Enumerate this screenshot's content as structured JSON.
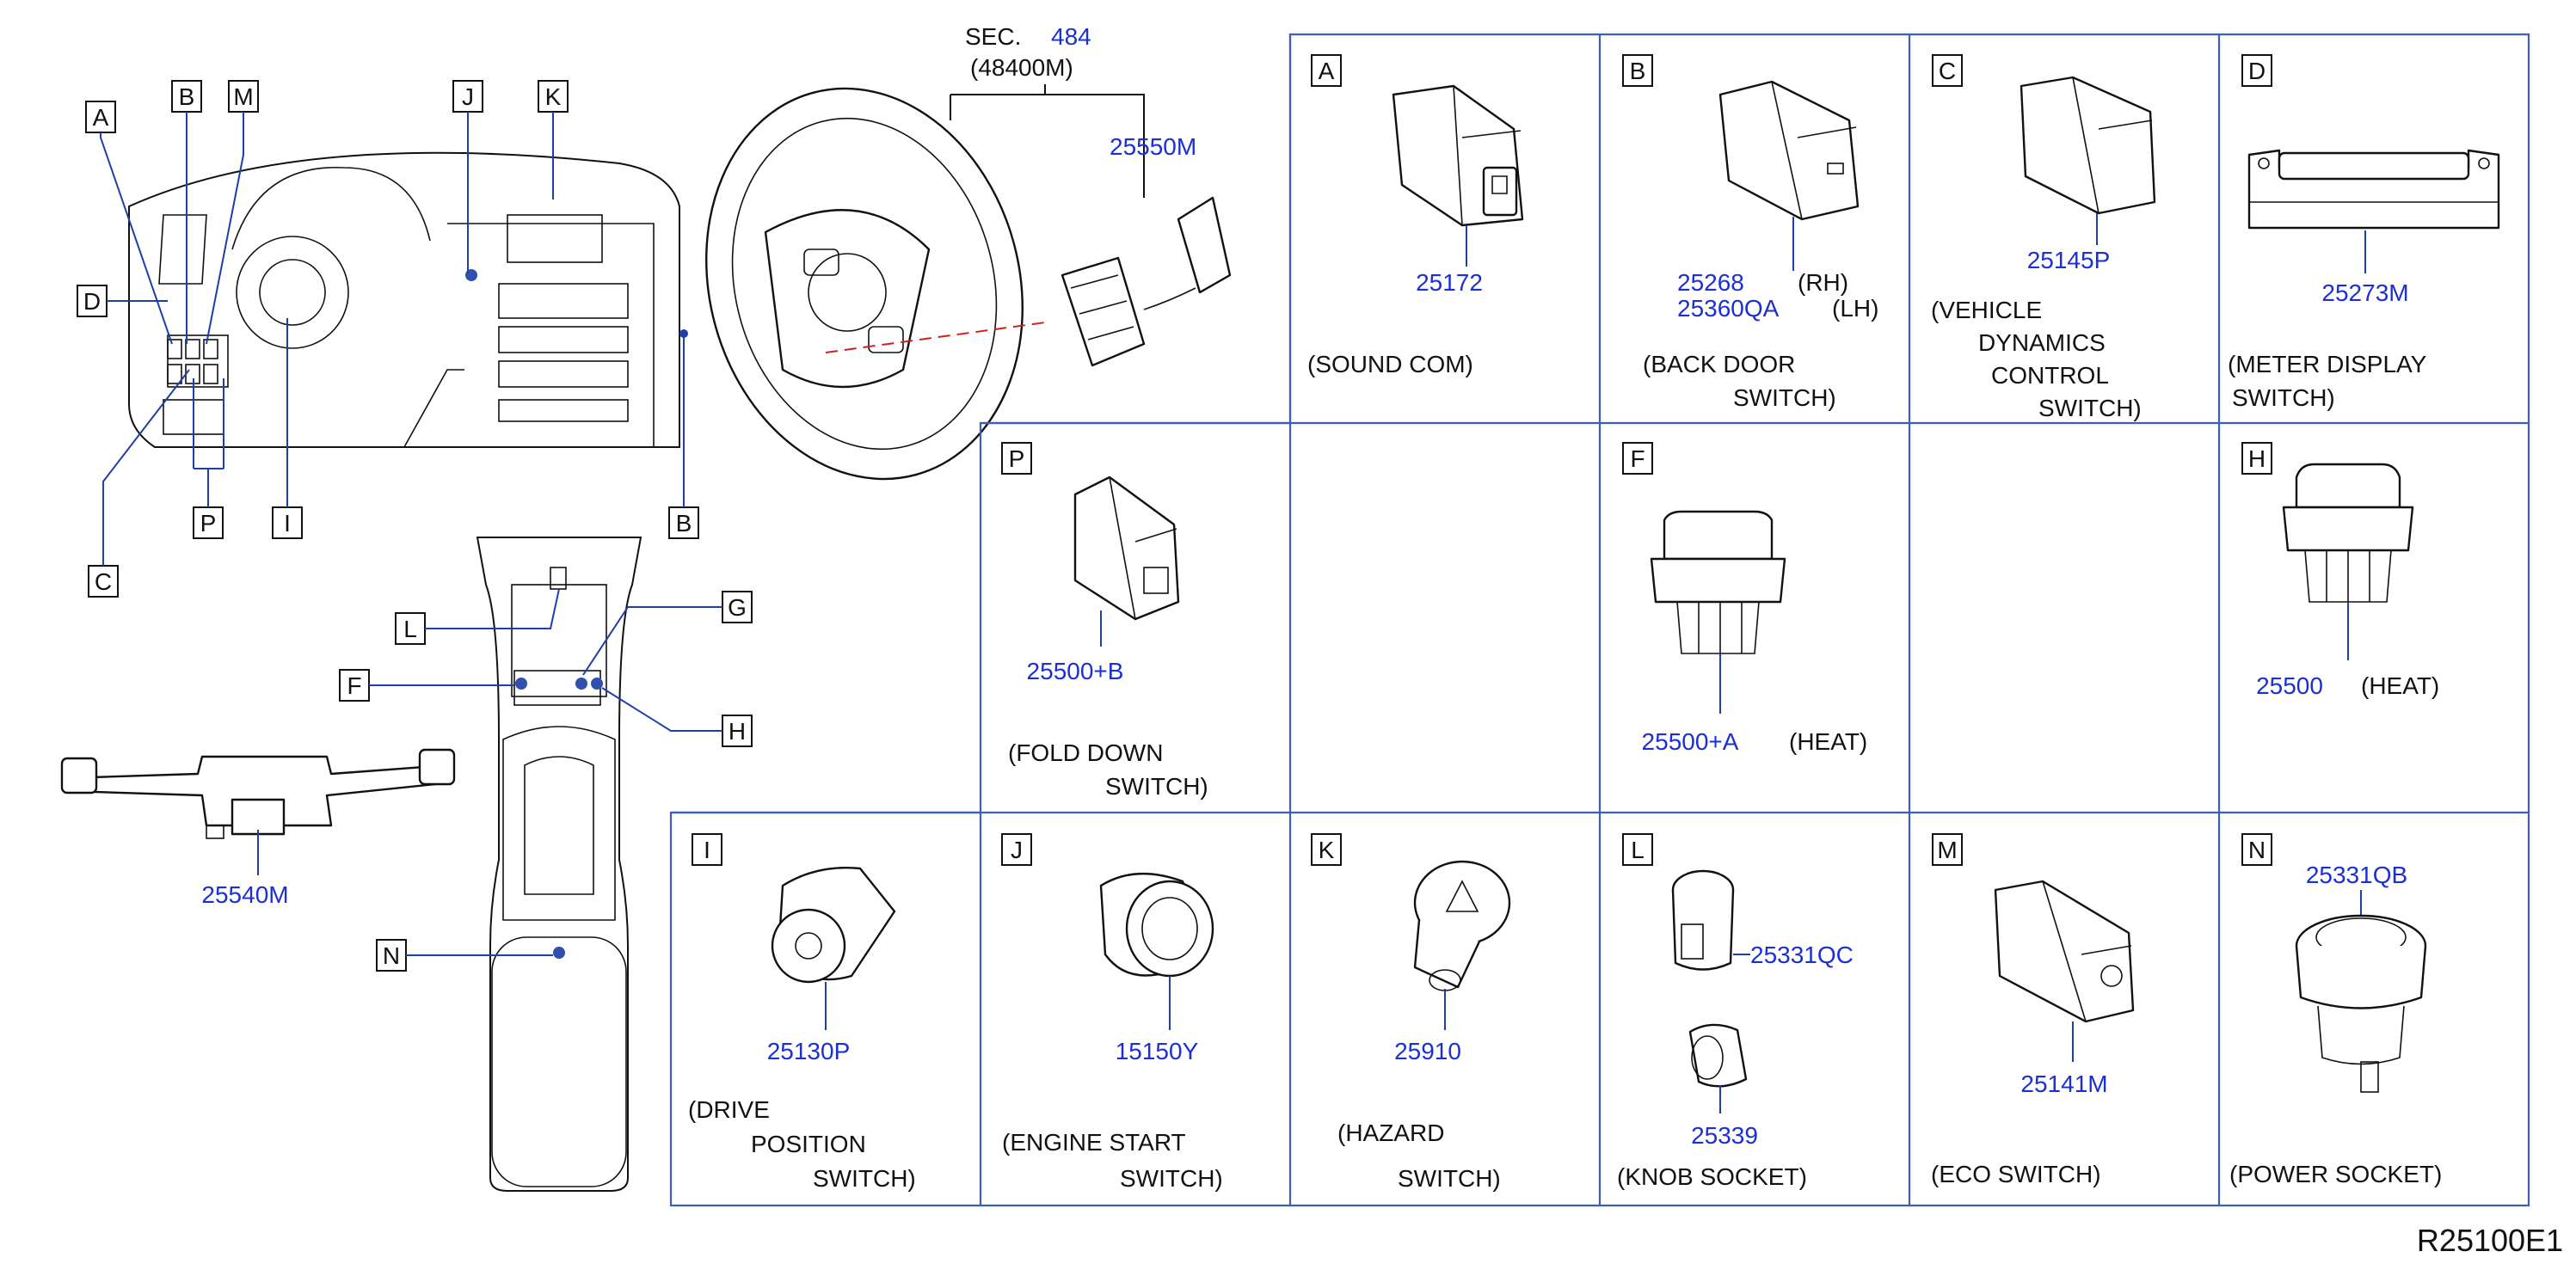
{
  "section": {
    "prefix": "SEC.",
    "number": "484",
    "sub": "(48400M)"
  },
  "overview_callouts": {
    "A": "A",
    "B": "B",
    "M": "M",
    "J": "J",
    "K": "K",
    "D": "D",
    "B2": "B",
    "P": "P",
    "I": "I",
    "C": "C",
    "L": "L",
    "G": "G",
    "F": "F",
    "H": "H",
    "N": "N"
  },
  "steering": {
    "part_25550M": "25550M",
    "part_25540M": "25540M"
  },
  "cells": [
    {
      "key": "A",
      "parts": [
        "25172"
      ],
      "desc": [
        "(SOUND   COM)"
      ]
    },
    {
      "key": "B",
      "parts": [
        "25268",
        "25360QA"
      ],
      "suffix": [
        "(RH)",
        "(LH)"
      ],
      "desc": [
        "(BACK   DOOR",
        "SWITCH)"
      ]
    },
    {
      "key": "C",
      "parts": [
        "25145P"
      ],
      "desc": [
        "(VEHICLE",
        "DYNAMICS",
        "CONTROL",
        "SWITCH)"
      ]
    },
    {
      "key": "D",
      "parts": [
        "25273M"
      ],
      "desc": [
        "(METER   DISPLAY",
        "SWITCH)"
      ]
    },
    {
      "key": "P",
      "parts": [
        "25500+B"
      ],
      "desc": [
        "(FOLD   DOWN",
        "SWITCH)"
      ]
    },
    {
      "key": "F",
      "parts": [
        "25500+A"
      ],
      "suffix": [
        "(HEAT)"
      ],
      "desc": []
    },
    {
      "key": "H",
      "parts": [
        "25500"
      ],
      "suffix": [
        "(HEAT)"
      ],
      "desc": []
    },
    {
      "key": "I",
      "parts": [
        "25130P"
      ],
      "desc": [
        "(DRIVE",
        "POSITION",
        "SWITCH)"
      ]
    },
    {
      "key": "J",
      "parts": [
        "15150Y"
      ],
      "desc": [
        "(ENGINE   START",
        "SWITCH)"
      ]
    },
    {
      "key": "K",
      "parts": [
        "25910"
      ],
      "desc": [
        "(HAZARD",
        "SWITCH)"
      ]
    },
    {
      "key": "L",
      "parts": [
        "25331QC",
        "25339"
      ],
      "desc": [
        "(KNOB   SOCKET)"
      ]
    },
    {
      "key": "M",
      "parts": [
        "25141M"
      ],
      "desc": [
        "(ECO   SWITCH)"
      ]
    },
    {
      "key": "N",
      "parts": [
        "25331QB"
      ],
      "desc": [
        "(POWER   SOCKET)"
      ]
    }
  ],
  "reference_code": "R25100E1",
  "colors": {
    "part_number": "#1a2fd6",
    "grid": "#3d5fb8",
    "ink": "#111111"
  }
}
